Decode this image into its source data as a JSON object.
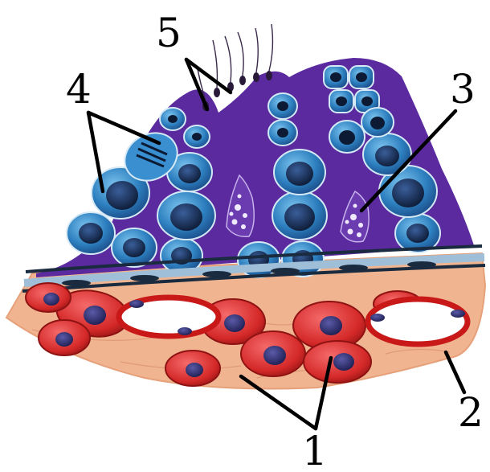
{
  "labels": {
    "l1": "1",
    "l2": "2",
    "l3": "3",
    "l4": "4",
    "l5": "5"
  },
  "colors": {
    "lumen": "#5a2a9e",
    "spermatogonia": "#2d7fbf",
    "nucleus": "#10213f",
    "sertoli": "#6a3cb0",
    "basement_membrane": "#2d3e5a",
    "interstitium": "#f0b590",
    "leydig": "#d42828",
    "vessel_wall": "#c81818"
  }
}
